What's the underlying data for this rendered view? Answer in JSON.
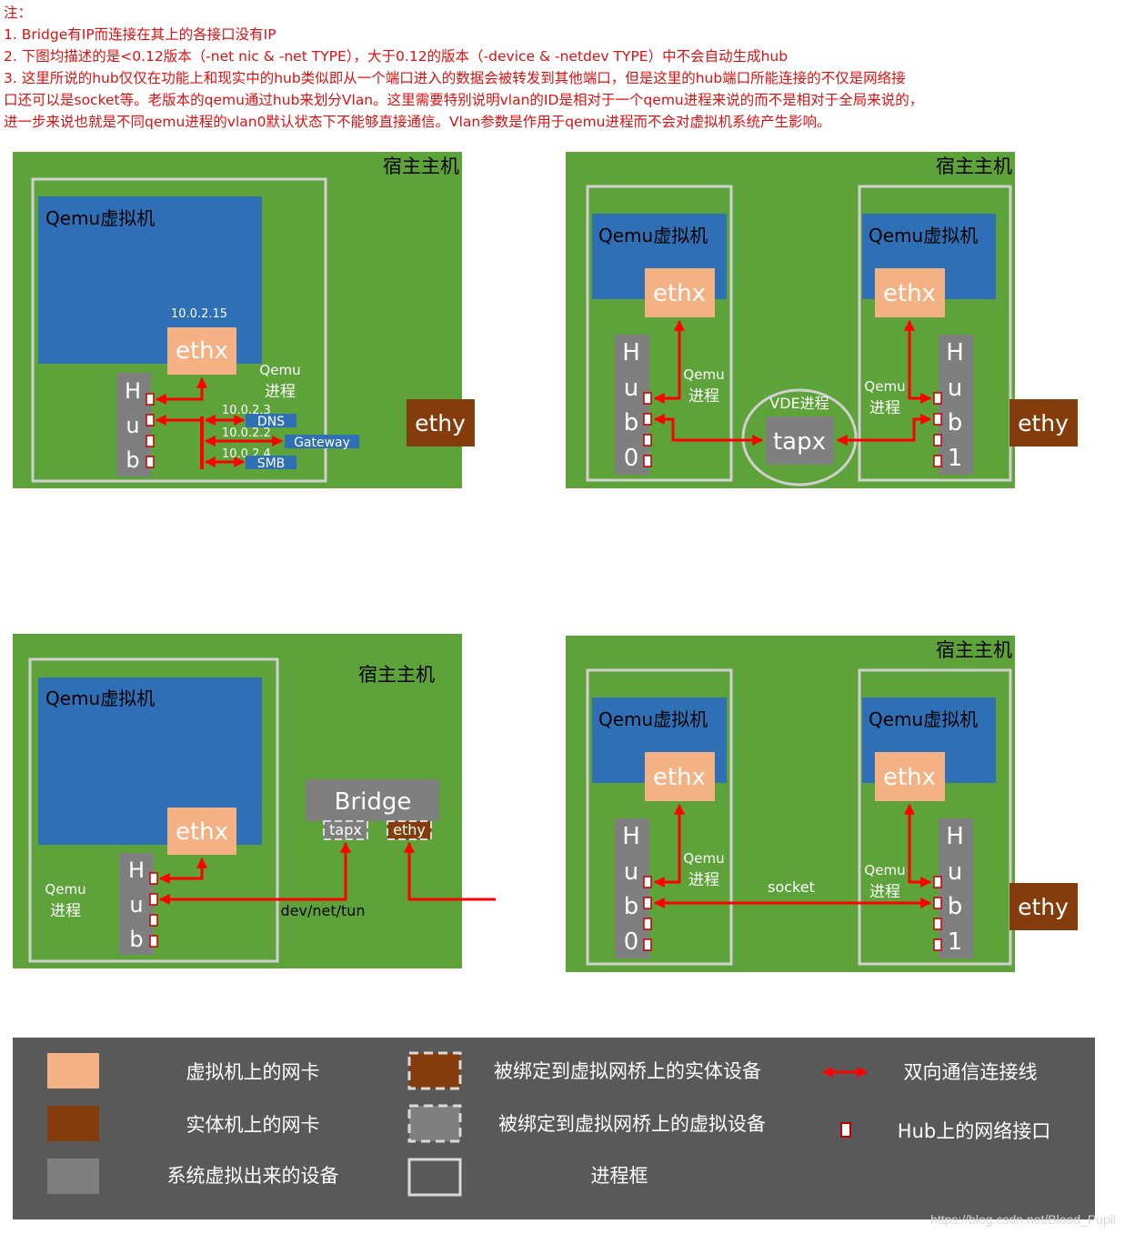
{
  "notes": [
    "注：",
    "1. Bridge有IP而连接在其上的各接口没有IP",
    "2. 下图均描述的是<0.12版本（-net nic & -net TYPE），大于0.12的版本（-device & -netdev TYPE）中不会自动生成hub",
    "3. 这里所说的hub仅仅在功能上和现实中的hub类似即从一个端口进入的数据会被转发到其他端口，但是这里的hub端口所能连接的不仅是网络接",
    "口还可以是socket等。老版本的qemu通过hub来划分Vlan。这里需要特别说明vlan的ID是相对于一个qemu进程来说的而不是相对于全局来说的，",
    "进一步来说也就是不同qemu进程的vlan0默认状态下不能够直接通信。Vlan参数是作用于qemu进程而不会对虚拟机系统产生影响。"
  ],
  "labels": {
    "host": "宿主主机",
    "vm": "Qemu虚拟机",
    "ethx": "ethx",
    "ethy": "ethy",
    "qemu": "Qemu",
    "process": "进程",
    "hub_letters": [
      "H",
      "u",
      "b"
    ],
    "hub0_letters": [
      "H",
      "u",
      "b",
      "0"
    ],
    "hub1_letters": [
      "H",
      "u",
      "b",
      "1"
    ],
    "tapx": "tapx",
    "vde": "VDE进程",
    "bridge": "Bridge",
    "devnettun": "dev/net/tun",
    "socket": "socket"
  },
  "p1": {
    "ip_vm": "10.0.2.15",
    "ip_dns": "10.0.2.3",
    "ip_gw": "10.0.2.2",
    "ip_smb": "10.0.2.4",
    "dns": "DNS",
    "gateway": "Gateway",
    "smb": "SMB"
  },
  "legend": {
    "items": [
      "虚拟机上的网卡",
      "实体机上的网卡",
      "系统虚拟出来的设备",
      "被绑定到虚拟网桥上的实体设备",
      "被绑定到虚拟网桥上的虚拟设备",
      "进程框",
      "双向通信连接线",
      "Hub上的网络接口"
    ]
  },
  "watermark": "https://blog.csdn.net/Blood_Pupil",
  "colors": {
    "green": "#5ea33a",
    "blue": "#2e6fb5",
    "nic": "#f4b183",
    "ethy": "#843c0c",
    "gray": "#7f7f7f",
    "legend_bg": "#595959",
    "red": "#ff0000",
    "frame": "#d0d0d0"
  }
}
